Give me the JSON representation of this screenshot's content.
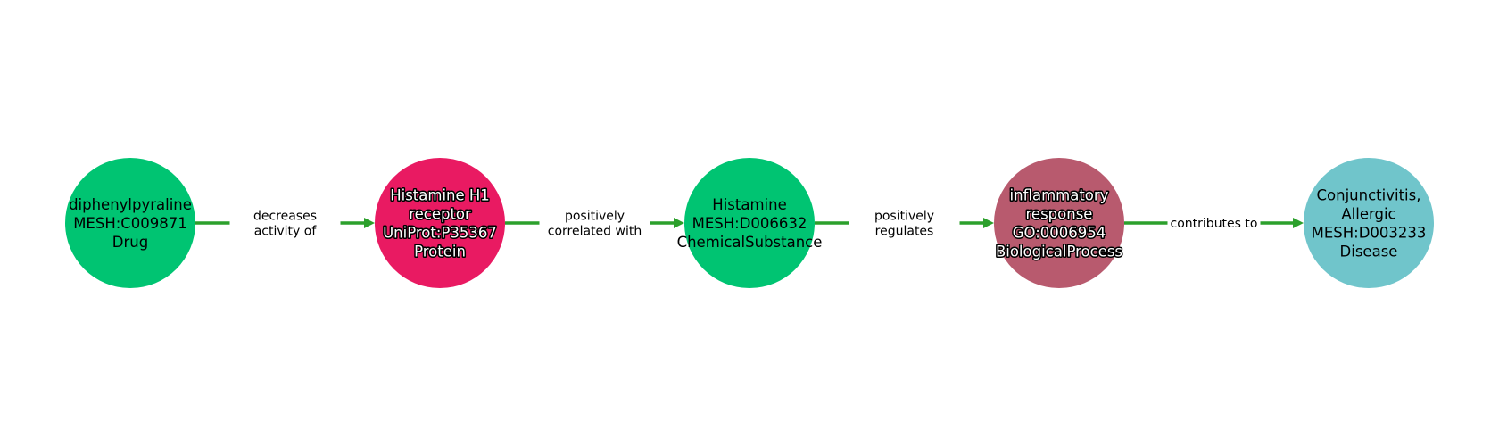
{
  "nodes": [
    {
      "lines": [
        "diphenylpyraline",
        "MESH:C009871",
        "Drug"
      ],
      "color": "#00c472",
      "outlined": false
    },
    {
      "lines": [
        "Histamine H1",
        "receptor",
        "UniProt:P35367",
        "Protein"
      ],
      "color": "#e91a62",
      "outlined": true
    },
    {
      "lines": [
        "Histamine",
        "MESH:D006632",
        "ChemicalSubstance"
      ],
      "color": "#00c472",
      "outlined": false
    },
    {
      "lines": [
        "inflammatory",
        "response",
        "GO:0006954",
        "BiologicalProcess"
      ],
      "color": "#b85a6e",
      "outlined": true
    },
    {
      "lines": [
        "Conjunctivitis,",
        "Allergic",
        "MESH:D003233",
        "Disease"
      ],
      "color": "#70c5cb",
      "outlined": false
    }
  ],
  "edges": [
    {
      "lines": [
        "decreases",
        "activity of"
      ]
    },
    {
      "lines": [
        "positively",
        "correlated with"
      ]
    },
    {
      "lines": [
        "positively",
        "regulates"
      ]
    },
    {
      "lines": [
        "contributes to"
      ]
    }
  ],
  "edge_color": "#2ca02c"
}
